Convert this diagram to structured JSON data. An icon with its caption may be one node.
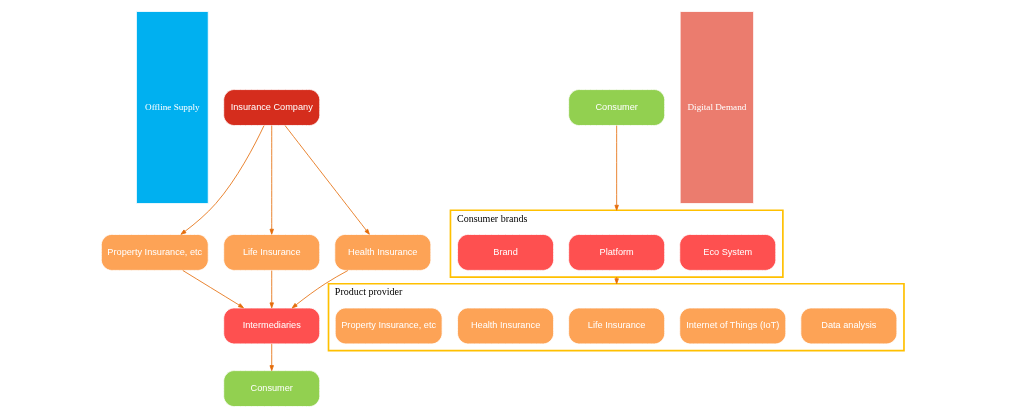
{
  "diagram": {
    "nodes": [
      {
        "text": [
          "Offline Supply"
        ]
      },
      {
        "text": [
          "Insurance Company"
        ]
      },
      {
        "text": [
          "Property Insurance, etc"
        ]
      },
      {
        "text": [
          "Life Insurance"
        ]
      },
      {
        "text": [
          "Health Insurance"
        ]
      },
      {
        "text": [
          "Intermediaries"
        ]
      },
      {
        "text": [
          "Consumer"
        ]
      },
      {
        "text": [
          "Consumer"
        ]
      },
      {
        "text": [
          "Consumer brands"
        ]
      },
      {
        "text": [
          "Eco System"
        ],
        "in": 8
      },
      {
        "text": [
          "Platform"
        ],
        "in": 8
      },
      {
        "text": [
          "Brand"
        ],
        "in": 8
      },
      {
        "text": [
          "Product provider"
        ]
      },
      {
        "text": [
          "Data analysis"
        ],
        "in": 12
      },
      {
        "text": [
          "Internet of Things (IoT)"
        ],
        "in": 12
      },
      {
        "text": [
          "Life Insurance"
        ],
        "in": 12
      },
      {
        "text": [
          "Health Insurance"
        ],
        "in": 12
      },
      {
        "text": [
          "Property Insurance, etc"
        ],
        "in": 12
      },
      {
        "text": [
          "Digital Demand"
        ]
      }
    ],
    "edges": [
      {
        "from": 1,
        "to": 2,
        "arrow": "to"
      },
      {
        "from": 1,
        "to": 3,
        "arrow": "to"
      },
      {
        "from": 1,
        "to": 4,
        "arrow": "to"
      },
      {
        "from": 2,
        "to": 5,
        "arrow": "to"
      },
      {
        "from": 3,
        "to": 5,
        "arrow": "to"
      },
      {
        "from": 4,
        "to": 5,
        "arrow": "to"
      },
      {
        "from": 5,
        "to": 6,
        "arrow": "to"
      },
      {
        "from": 7,
        "to": 8,
        "arrow": "to"
      },
      {
        "from": 8,
        "to": 12,
        "arrow": "to"
      }
    ]
  }
}
